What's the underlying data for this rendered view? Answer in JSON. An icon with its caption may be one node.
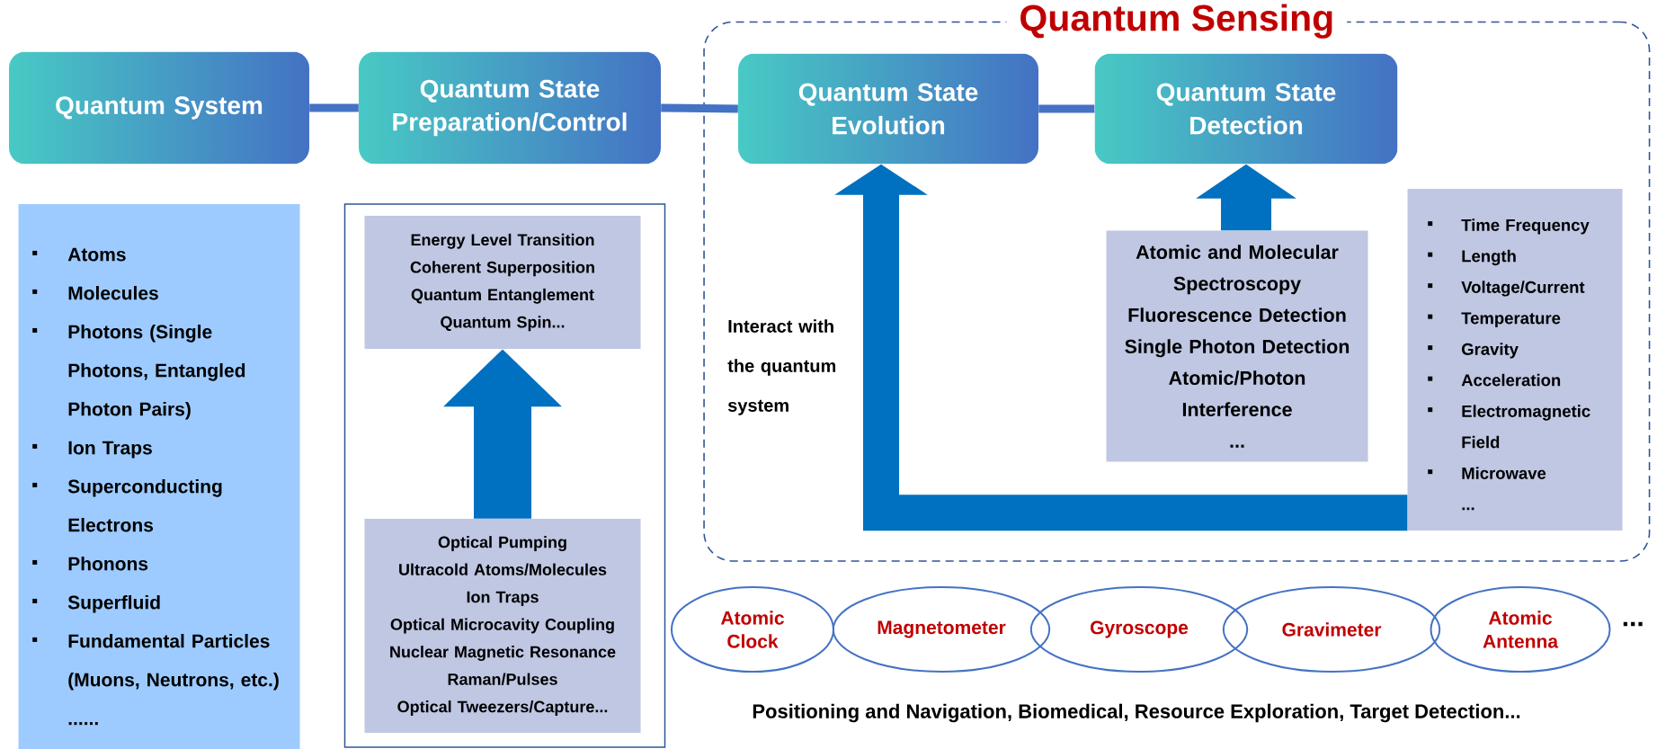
{
  "diagram": {
    "nodes": [
      {
        "text": [
          "Quantum Sensing"
        ]
      },
      {
        "text": [
          "Quantum System"
        ]
      },
      {
        "text": [
          "Quantum State Preparation/Control"
        ]
      },
      {
        "text": [
          "Quantum State Evolution"
        ],
        "in": 0
      },
      {
        "text": [
          "Quantum State Detection"
        ],
        "in": 0
      },
      {
        "text": [
          "Atoms",
          "Molecules",
          "Photons (Single Photons, Entangled Photon Pairs)",
          "Ion Traps",
          "Superconducting Electrons",
          "Phonons",
          "Superfluid",
          "Fundamental Particles (Muons, Neutrons, etc.)",
          "......"
        ]
      },
      {
        "text": [],
        "shape": "box"
      },
      {
        "text": [
          "Energy Level Transition",
          "Coherent Superposition",
          "Quantum Entanglement",
          "Quantum Spin..."
        ],
        "in": 6
      },
      {
        "text": [
          "Optical Pumping",
          "Ultracold Atoms/Molecules",
          "Ion Traps",
          "Optical Microcavity Coupling",
          "Nuclear Magnetic Resonance",
          "Raman/Pulses",
          "Optical Tweezers/Capture..."
        ],
        "in": 6
      },
      {
        "text": [
          "Atomic and Molecular Spectroscopy",
          "Fluorescence Detection",
          "Single Photon Detection",
          "Atomic/Photon Interference",
          "..."
        ],
        "in": 0
      },
      {
        "text": [
          "Time Frequency",
          "Length",
          "Voltage/Current",
          "Temperature",
          "Gravity",
          "Acceleration",
          "Electromagnetic Field",
          "Microwave",
          "..."
        ],
        "in": 0
      },
      {
        "text": [
          "Atomic Clock"
        ]
      },
      {
        "text": [
          "Magnetometer"
        ]
      },
      {
        "text": [
          "Gyroscope"
        ]
      },
      {
        "text": [
          "Gravimeter"
        ]
      },
      {
        "text": [
          "Atomic Antenna"
        ],
        "beside": [
          "..."
        ]
      }
    ],
    "edges": [
      {
        "from": 1,
        "to": 2,
        "arrow": "none",
        "color": "#4472c4"
      },
      {
        "from": 2,
        "to": 3,
        "arrow": "none",
        "color": "#4472c4"
      },
      {
        "from": 3,
        "to": 4,
        "arrow": "none",
        "color": "#4472c4"
      },
      {
        "from": 8,
        "to": 7,
        "arrow": "to",
        "style": "thick",
        "color": "#0070c0"
      },
      {
        "from": 9,
        "to": 4,
        "arrow": "to",
        "style": "thick",
        "color": "#0070c0"
      },
      {
        "from": 10,
        "to": 3,
        "arrow": "to",
        "style": "thick",
        "color": "#0070c0",
        "label": "Interact with the quantum system"
      }
    ],
    "labels": [
      "Positioning and Navigation,  Biomedical, Resource Exploration, Target Detection..."
    ]
  }
}
